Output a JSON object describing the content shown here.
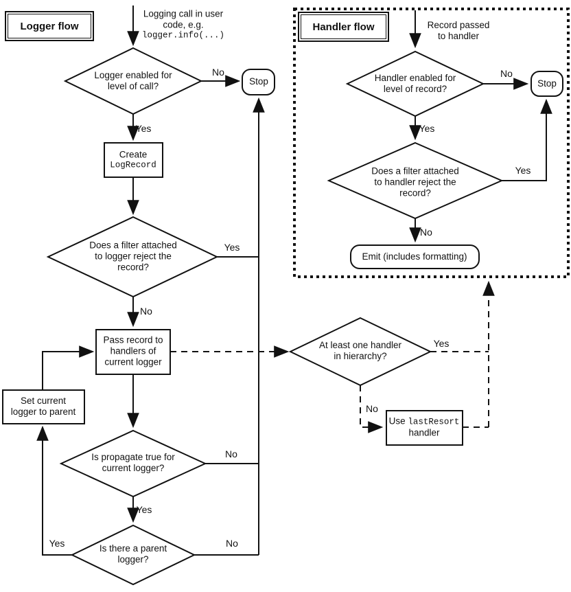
{
  "labels": {
    "yes": "Yes",
    "no": "No",
    "stop": "Stop"
  },
  "logger_flow": {
    "title": "Logger flow",
    "start": {
      "line1": "Logging call in user",
      "line2": "code, e.g.",
      "line3": "logger.info(...)"
    },
    "enabled_decision": {
      "line1": "Logger enabled for",
      "line2": "level of call?"
    },
    "create_record": {
      "line1": "Create",
      "line2": "LogRecord"
    },
    "filter_decision": {
      "line1": "Does a filter attached",
      "line2": "to logger reject the",
      "line3": "record?"
    },
    "pass_record": {
      "line1": "Pass record to",
      "line2": "handlers of",
      "line3": "current logger"
    },
    "set_current": {
      "line1": "Set current",
      "line2": "logger to parent"
    },
    "propagate_decision": {
      "line1": "Is propagate true for",
      "line2": "current logger?"
    },
    "parent_decision": {
      "line1": "Is there a parent",
      "line2": "logger?"
    }
  },
  "handler_flow": {
    "title": "Handler flow",
    "start": {
      "line1": "Record passed",
      "line2": "to handler"
    },
    "enabled_decision": {
      "line1": "Handler enabled for",
      "line2": "level of record?"
    },
    "filter_decision": {
      "line1": "Does a filter attached",
      "line2": "to handler reject the",
      "line3": "record?"
    },
    "emit": "Emit (includes formatting)"
  },
  "hierarchy": {
    "handler_decision": {
      "line1": "At least one handler",
      "line2": "in hierarchy?"
    },
    "last_resort": {
      "word1": "Use",
      "mono": "lastResort",
      "line2": "handler"
    }
  }
}
